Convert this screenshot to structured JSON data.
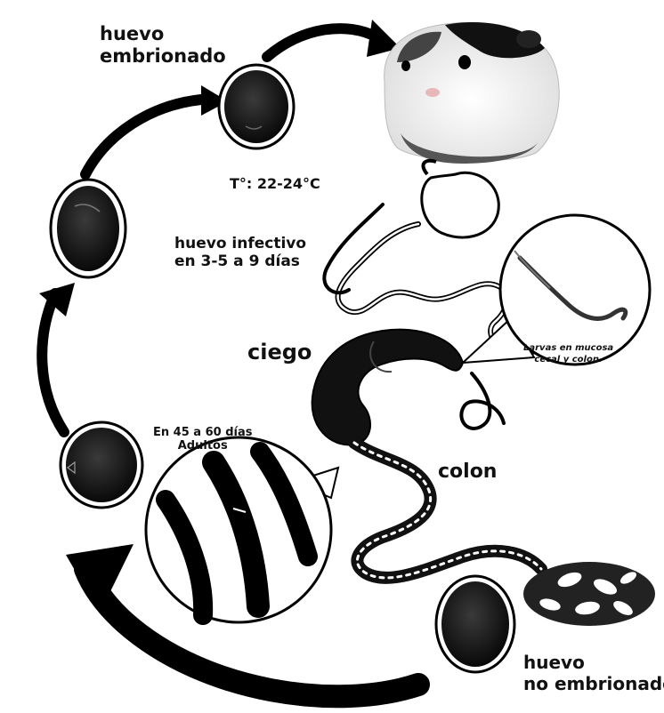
{
  "labels": {
    "embrionado_line1": "huevo",
    "embrionado_line2": "embrionado",
    "temperature": "T°: 22-24°C",
    "infectivo_line1": "huevo infectivo",
    "infectivo_line2": "en 3-5 a 9 días",
    "ciego": "ciego",
    "larvas_line1": "Larvas en mucosa",
    "larvas_line2": "cecal y colon.",
    "adultos_line1": "En 45 a 60 días",
    "adultos_line2": "Adultos",
    "colon": "colon",
    "no_embrionado_line1": "huevo",
    "no_embrionado_line2": "no embrionado"
  },
  "colors": {
    "ink": "#111111",
    "arrow": "#000000",
    "egg_shell": "#ffffff",
    "background": "#ffffff"
  }
}
